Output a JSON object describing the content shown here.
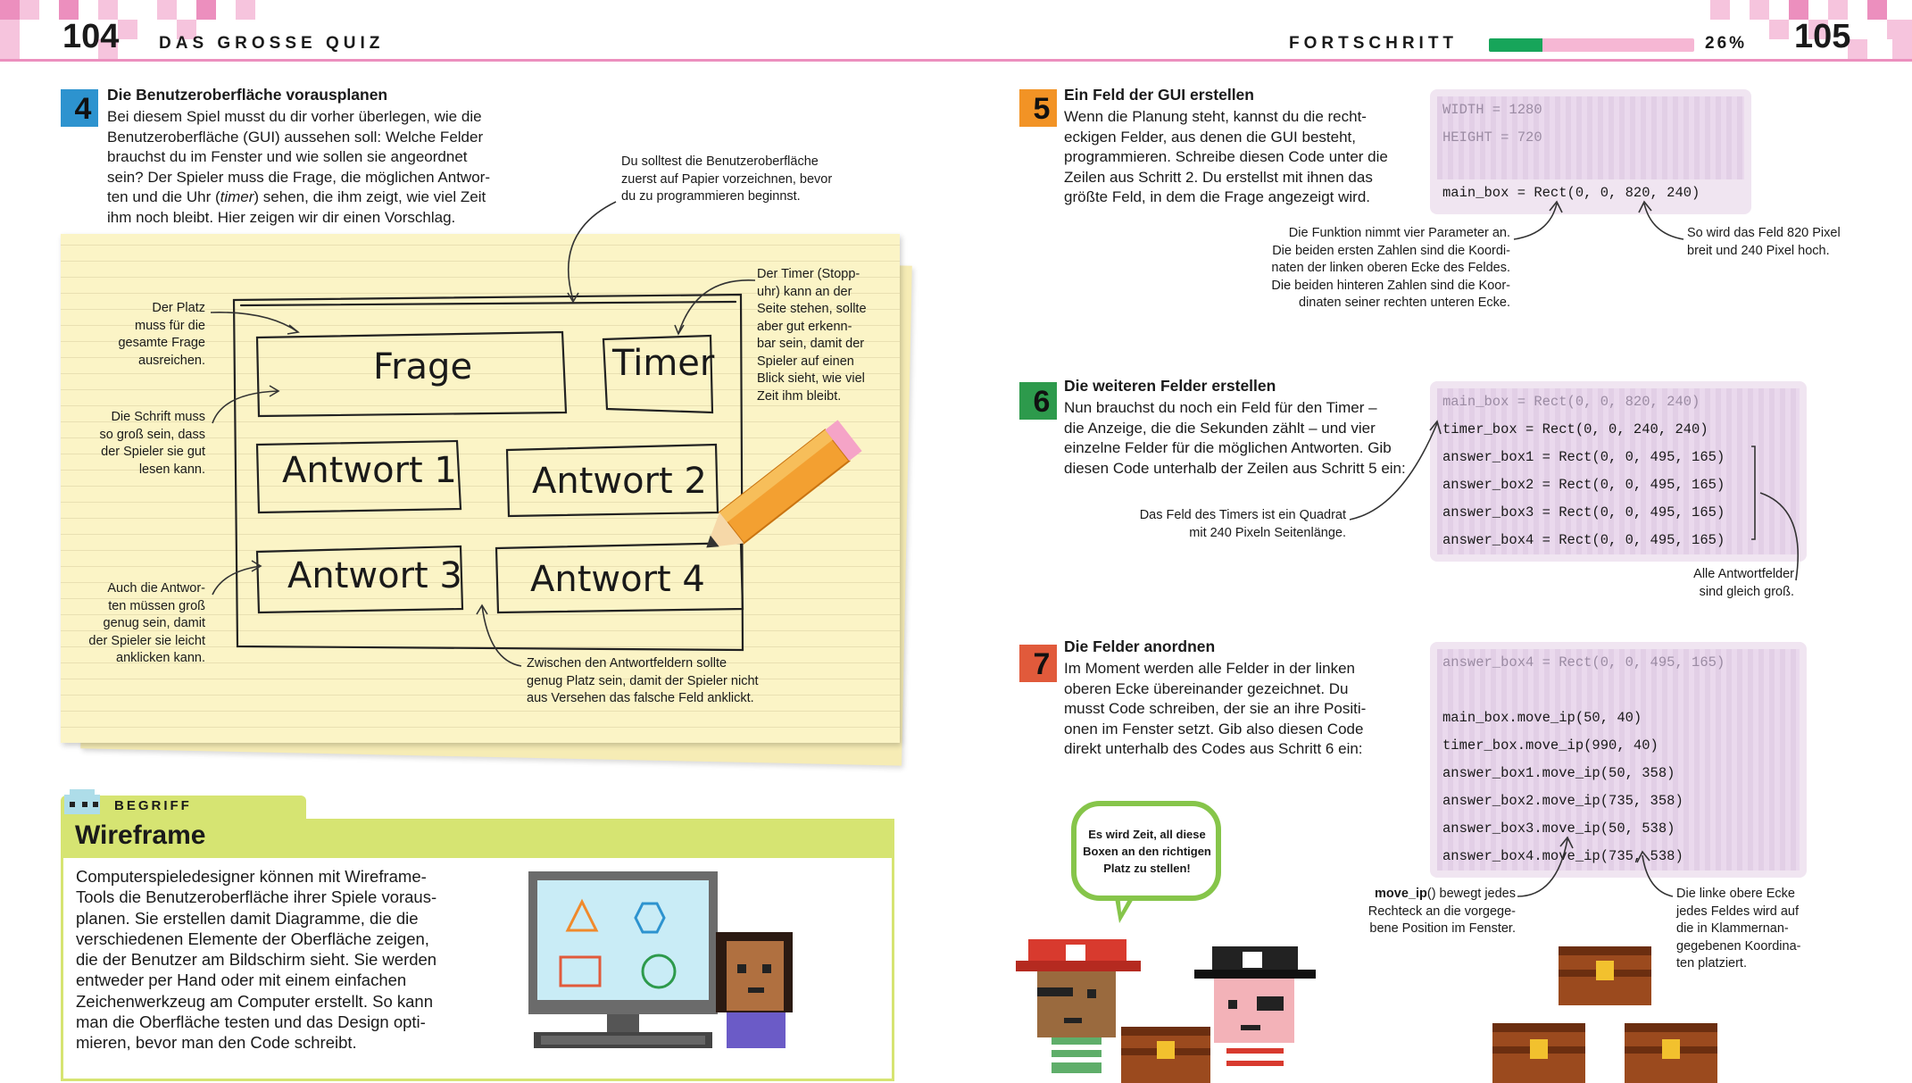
{
  "header": {
    "left_page_number": "104",
    "left_title": "DAS GROSSE QUIZ",
    "right_title": "FORTSCHRITT",
    "right_page_number": "105",
    "progress_label": "26%",
    "progress_fraction": 0.26,
    "progress_color": "#17a55a",
    "accent_color": "#ec8fbe"
  },
  "step4": {
    "number": "4",
    "title": "Die Benutzeroberfläche vorausplanen",
    "text_lines": [
      "Bei diesem Spiel musst du dir vorher überlegen, wie die",
      "Benutzeroberfläche (GUI) aussehen soll: Welche Felder",
      "brauchst du im Fenster und wie sollen sie angeordnet",
      "sein? Der Spieler muss die Frage, die möglichen Antwor-",
      "ten und die Uhr (timer) sehen, die ihm zeigt, wie viel Zeit",
      "ihm noch bleibt. Hier zeigen wir dir einen Vorschlag."
    ]
  },
  "sketch": {
    "question": "Frage",
    "timer": "Timer",
    "answers": [
      "Antwort 1",
      "Antwort 2",
      "Antwort 3",
      "Antwort 4"
    ],
    "notes": {
      "paper": [
        "Du solltest die Benutzeroberfläche",
        "zuerst auf Papier vorzeichnen, bevor",
        "du zu programmieren beginnst."
      ],
      "space": [
        "Der Platz",
        "muss für die",
        "gesamte Frage",
        "ausreichen."
      ],
      "font": [
        "Die Schrift muss",
        "so groß sein, dass",
        "der Spieler sie gut",
        "lesen kann."
      ],
      "answers": [
        "Auch die Antwor-",
        "ten müssen groß",
        "genug sein, damit",
        "der Spieler sie leicht",
        "anklicken kann."
      ],
      "timer": [
        "Der Timer (Stopp-",
        "uhr) kann an der",
        "Seite stehen, sollte",
        "aber gut erkenn-",
        "bar sein, damit der",
        "Spieler auf einen",
        "Blick sieht, wie viel",
        "Zeit ihm bleibt."
      ],
      "gap": [
        "Zwischen den Antwortfeldern sollte",
        "genug Platz sein, damit der Spieler nicht",
        "aus Versehen das falsche Feld anklickt."
      ]
    }
  },
  "begriff": {
    "label": "BEGRIFF",
    "title": "Wireframe",
    "text_lines": [
      "Computerspieledesigner können mit Wireframe-",
      "Tools die Benutzeroberfläche ihrer Spiele voraus-",
      "planen. Sie erstellen damit Diagramme, die die",
      "verschiedenen Elemente der Oberfläche zeigen,",
      "die der Benutzer am Bildschirm sieht. Sie werden",
      "entweder per Hand oder mit einem einfachen",
      "Zeichenwerkzeug am Computer erstellt. So kann",
      "man die Oberfläche testen und das Design opti-",
      "mieren, bevor man den Code schreibt."
    ]
  },
  "step5": {
    "number": "5",
    "title": "Ein Feld der GUI erstellen",
    "text_lines": [
      "Wenn die Planung steht, kannst du die recht-",
      "eckigen Felder, aus denen die GUI besteht,",
      "programmieren. Schreibe diesen Code unter die",
      "Zeilen aus Schritt 2. Du erstellst mit ihnen das",
      "größte Feld, in dem die Frage angezeigt wird."
    ],
    "code": [
      {
        "text": "WIDTH = 1280",
        "faded": true
      },
      {
        "text": "HEIGHT = 720",
        "faded": true
      },
      {
        "text": "",
        "faded": true
      },
      {
        "text": "main_box = Rect(0, 0, 820, 240)",
        "faded": false
      }
    ],
    "note_params": [
      "Die Funktion nimmt vier Parameter an.",
      "Die beiden ersten Zahlen sind die Koordi-",
      "naten der linken oberen Ecke des Feldes.",
      "Die beiden hinteren Zahlen sind die Koor-",
      "dinaten seiner rechten unteren Ecke."
    ],
    "note_size": [
      "So wird das Feld 820 Pixel",
      "breit und 240 Pixel hoch."
    ]
  },
  "step6": {
    "number": "6",
    "title": "Die weiteren Felder erstellen",
    "text_lines": [
      "Nun brauchst du noch ein Feld für den Timer –",
      "die Anzeige, die die Sekunden zählt – und vier",
      "einzelne Felder für die möglichen Antworten. Gib",
      "diesen Code unterhalb der Zeilen aus Schritt 5 ein:"
    ],
    "code": [
      {
        "text": "main_box = Rect(0, 0, 820, 240)",
        "faded": true
      },
      {
        "text": "timer_box = Rect(0, 0, 240, 240)",
        "faded": false
      },
      {
        "text": "answer_box1 = Rect(0, 0, 495, 165)",
        "faded": false
      },
      {
        "text": "answer_box2 = Rect(0, 0, 495, 165)",
        "faded": false
      },
      {
        "text": "answer_box3 = Rect(0, 0, 495, 165)",
        "faded": false
      },
      {
        "text": "answer_box4 = Rect(0, 0, 495, 165)",
        "faded": false
      }
    ],
    "note_timer": [
      "Das Feld des Timers ist ein Quadrat",
      "mit 240 Pixeln Seitenlänge."
    ],
    "note_answers": [
      "Alle Antwortfelder",
      "sind gleich groß."
    ]
  },
  "step7": {
    "number": "7",
    "title": "Die Felder anordnen",
    "text_lines": [
      "Im Moment werden alle Felder in der linken",
      "oberen Ecke übereinander gezeichnet. Du",
      "musst Code schreiben, der sie an ihre Positi-",
      "onen im Fenster setzt. Gib also diesen Code",
      "direkt unterhalb des Codes aus Schritt 6 ein:"
    ],
    "code": [
      {
        "text": "answer_box4 = Rect(0, 0, 495, 165)",
        "faded": true
      },
      {
        "text": "",
        "faded": true
      },
      {
        "text": "main_box.move_ip(50, 40)",
        "faded": false
      },
      {
        "text": "timer_box.move_ip(990, 40)",
        "faded": false
      },
      {
        "text": "answer_box1.move_ip(50, 358)",
        "faded": false
      },
      {
        "text": "answer_box2.move_ip(735, 358)",
        "faded": false
      },
      {
        "text": "answer_box3.move_ip(50, 538)",
        "faded": false
      },
      {
        "text": "answer_box4.move_ip(735, 538)",
        "faded": false
      }
    ],
    "note_move_bold": "move_ip",
    "note_move_lines": [
      "() bewegt jedes",
      "Rechteck an die vorgege-",
      "bene Position im Fenster."
    ],
    "note_corner": [
      "Die linke obere Ecke",
      "jedes Feldes wird auf",
      "die in Klammernan-",
      "gegebenen Koordina-",
      "ten platziert."
    ],
    "bubble_lines": [
      "Es wird Zeit, all diese",
      "Boxen an den richtigen",
      "Platz zu stellen!"
    ]
  }
}
